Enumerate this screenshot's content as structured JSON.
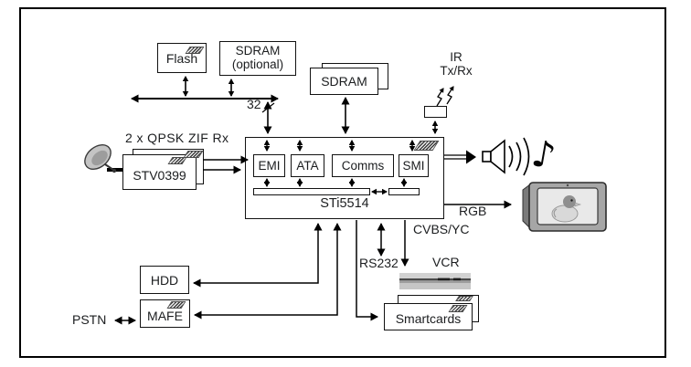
{
  "figure": {
    "type": "block-diagram",
    "subject_chip": "STi5514"
  },
  "blocks": {
    "flash": "Flash",
    "sdram_optional_l1": "SDRAM",
    "sdram_optional_l2": "(optional)",
    "sdram": "SDRAM",
    "stv0399": "STV0399",
    "chip": "STi5514",
    "emi": "EMI",
    "ata": "ATA",
    "comms": "Comms",
    "smi": "SMI",
    "hdd": "HDD",
    "mafe": "MAFE",
    "smartcards": "Smartcards"
  },
  "labels": {
    "tuner_input": "2 x QPSK ZIF Rx",
    "bus_width": "32",
    "ir_l1": "IR",
    "ir_l2": "Tx/Rx",
    "rgb": "RGB",
    "cvbs": "CVBS/YC",
    "rs232": "RS232",
    "vcr": "VCR",
    "pstn": "PSTN"
  },
  "icons": {
    "music_note_glyph": "♪",
    "satellite_dish": "satellite-dish-icon",
    "speaker": "speaker-icon",
    "tv": "tv-icon",
    "vcr_deck": "vcr-icon",
    "ir_window": "ir-window",
    "st_logo": "st-logo-icon",
    "ir_signal": "ir-signal-icon"
  },
  "colors": {
    "line": "#000000",
    "text": "#1b1d1f",
    "box_fill": "#ffffff",
    "icon_gray": "#c4c4c4",
    "tv_body": "#a6a6a6",
    "tv_screen": "#e9e9e9"
  }
}
